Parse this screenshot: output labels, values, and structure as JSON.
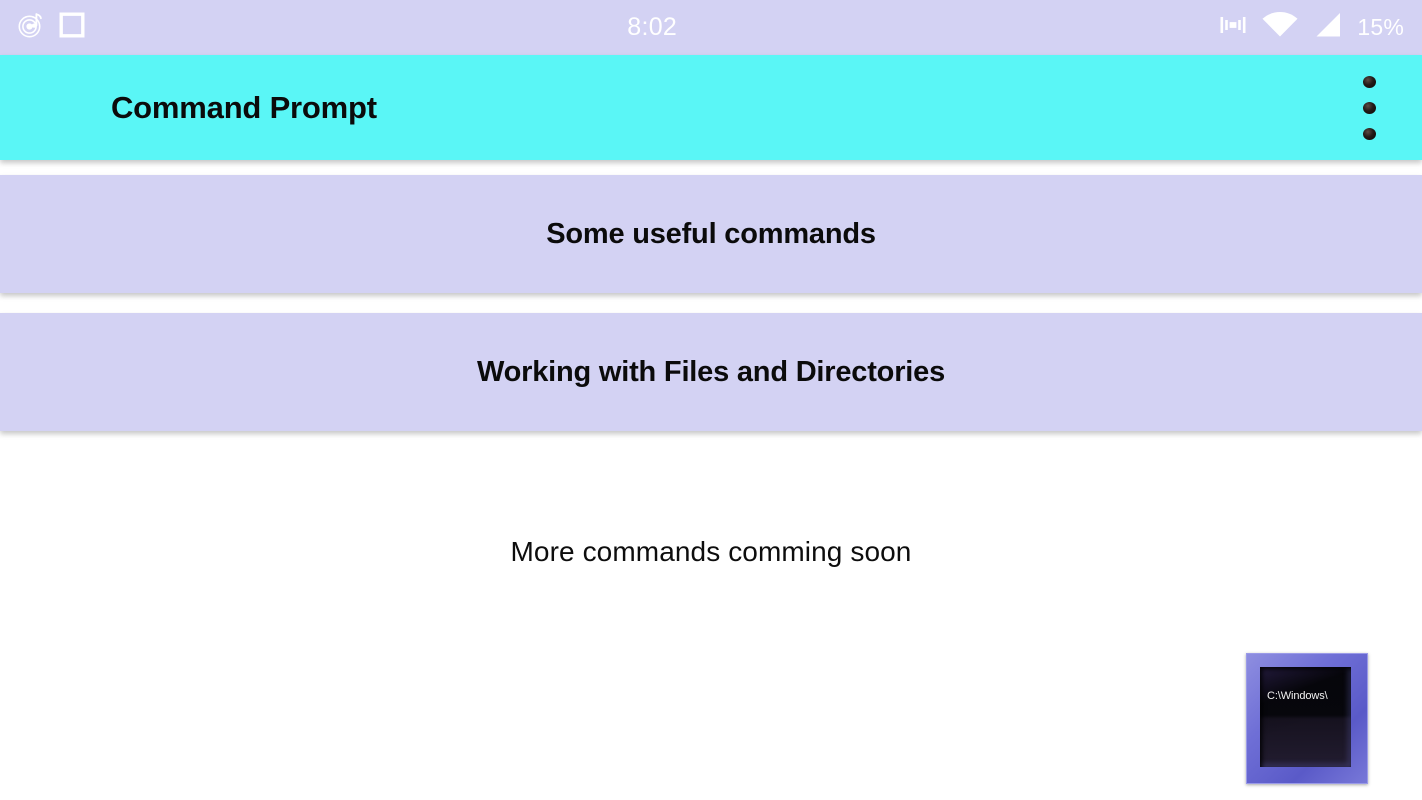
{
  "status_bar": {
    "background_color": "#d3d2f3",
    "clock": "8:02",
    "battery": "15%",
    "left_icons": [
      {
        "name": "music-note-disc-icon",
        "label": "music notification"
      },
      {
        "name": "square-outline-icon",
        "label": "square notification"
      }
    ],
    "right_icons": [
      {
        "name": "vibrate-icon",
        "label": "vibrate mode"
      },
      {
        "name": "wifi-icon",
        "label": "wifi signal"
      },
      {
        "name": "cell-signal-icon",
        "label": "cellular signal"
      }
    ]
  },
  "app_bar": {
    "title": "Command Prompt",
    "background_color": "#5af6f6",
    "overflow_menu": "more options"
  },
  "main": {
    "cards": [
      {
        "label": "Some useful commands"
      },
      {
        "label": "Working with Files and Directories"
      }
    ],
    "coming_soon_text": "More commands comming soon",
    "card_color": "#d3d2f3"
  },
  "cmd_icon": {
    "screen_text": "C:\\Windows\\",
    "frame_color": "#6f6fd6"
  }
}
